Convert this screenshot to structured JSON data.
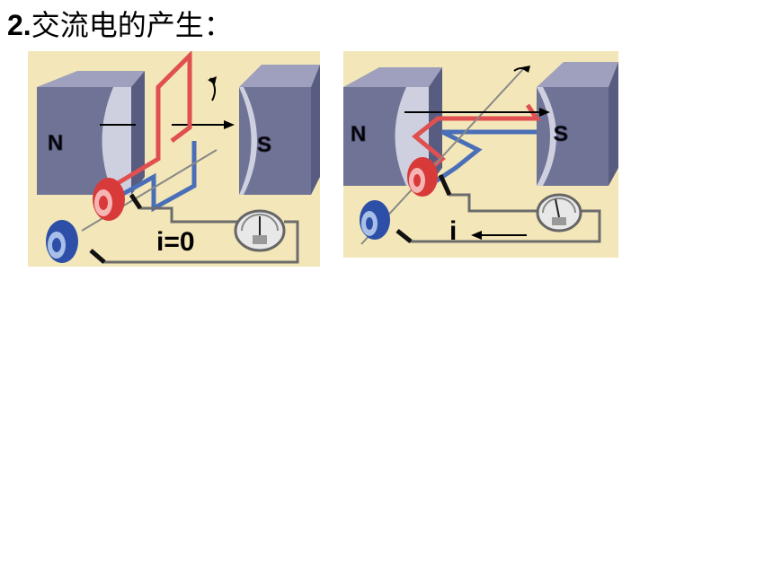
{
  "heading": {
    "number": "2.",
    "text": "交流电的产生："
  },
  "panel_1": {
    "pole_left": "N",
    "pole_right": "S",
    "current_label": "i=0"
  },
  "panel_2": {
    "pole_left": "N",
    "pole_right": "S",
    "current_label": "i"
  },
  "colors": {
    "background": "#f3e6b8",
    "magnet": "#6f7396",
    "coil_red": "#e05050",
    "coil_blue": "#4a6fb8",
    "ring_red": "#d83a3a",
    "ring_blue": "#2e4fa8",
    "wire": "#6c6c6c"
  }
}
